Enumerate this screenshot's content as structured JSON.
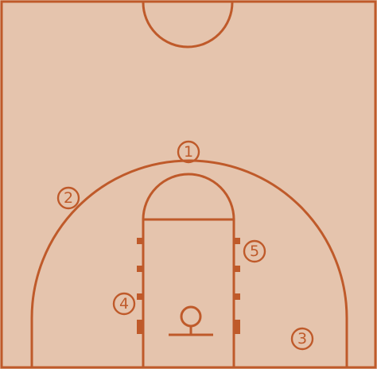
{
  "court": {
    "colors": {
      "floor": "#E5C4AD",
      "line": "#BF5A2A"
    }
  },
  "players": [
    {
      "number": "1"
    },
    {
      "number": "2"
    },
    {
      "number": "3"
    },
    {
      "number": "4"
    },
    {
      "number": "5"
    }
  ]
}
